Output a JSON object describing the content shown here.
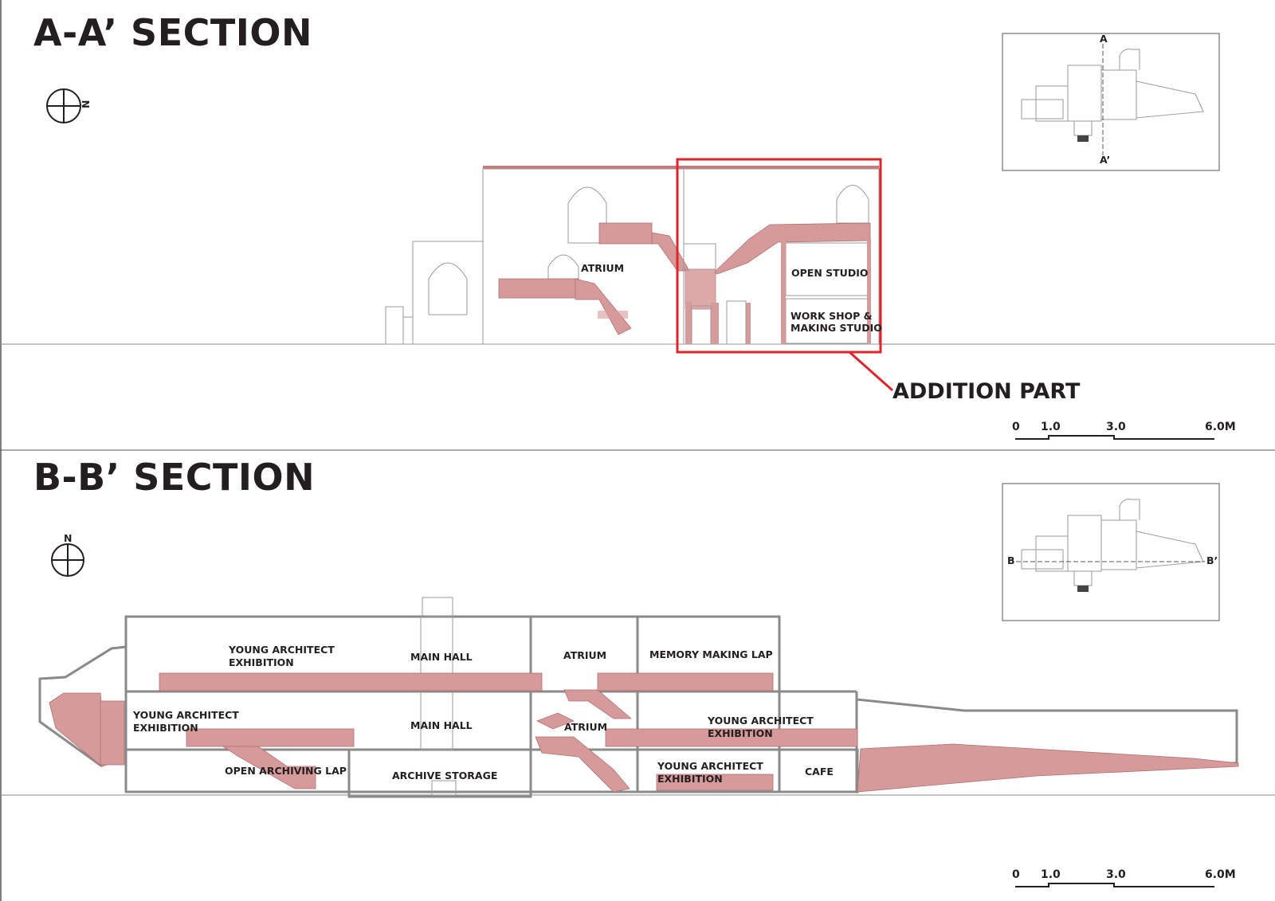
{
  "section_a": {
    "title": "A-A’ SECTION",
    "callout": "ADDITION PART",
    "rooms": [
      "ATRIUM",
      "OPEN STUDIO",
      "WORK SHOP &",
      "MAKING STUDIO"
    ],
    "scale": [
      "0",
      "1.0",
      "3.0",
      "6.0M"
    ],
    "key_marks": [
      "A",
      "A’"
    ],
    "north_mark": "N"
  },
  "section_b": {
    "title": "B-B’ SECTION",
    "rooms": {
      "ya_exhibition_upper": [
        "YOUNG  ARCHITECT",
        "EXHIBITION"
      ],
      "main_hall_upper": "MAIN HALL",
      "atrium_upper": "ATRIUM",
      "memory_making": "MEMORY MAKING LAP",
      "ya_exhibition_mid_left": [
        "YOUNG  ARCHITECT",
        "EXHIBITION"
      ],
      "main_hall_mid": "MAIN HALL",
      "atrium_mid": "ATRIUM",
      "ya_exhibition_mid_right": [
        "YOUNG  ARCHITECT",
        "EXHIBITION"
      ],
      "open_archiving": "OPEN ARCHIVING LAP",
      "archive_storage": "ARCHIVE STORAGE",
      "ya_exhibition_lower": [
        "YOUNG  ARCHITECT",
        "EXHIBITION"
      ],
      "cafe": "CAFE"
    },
    "scale": [
      "0",
      "1.0",
      "3.0",
      "6.0M"
    ],
    "key_marks": [
      "B",
      "B’"
    ],
    "north_mark": "N"
  },
  "colors": {
    "cut_fill": "#d79a9a",
    "callout_red": "#e0242a",
    "wall_gray": "#8a8a8a",
    "text": "#231f20"
  }
}
